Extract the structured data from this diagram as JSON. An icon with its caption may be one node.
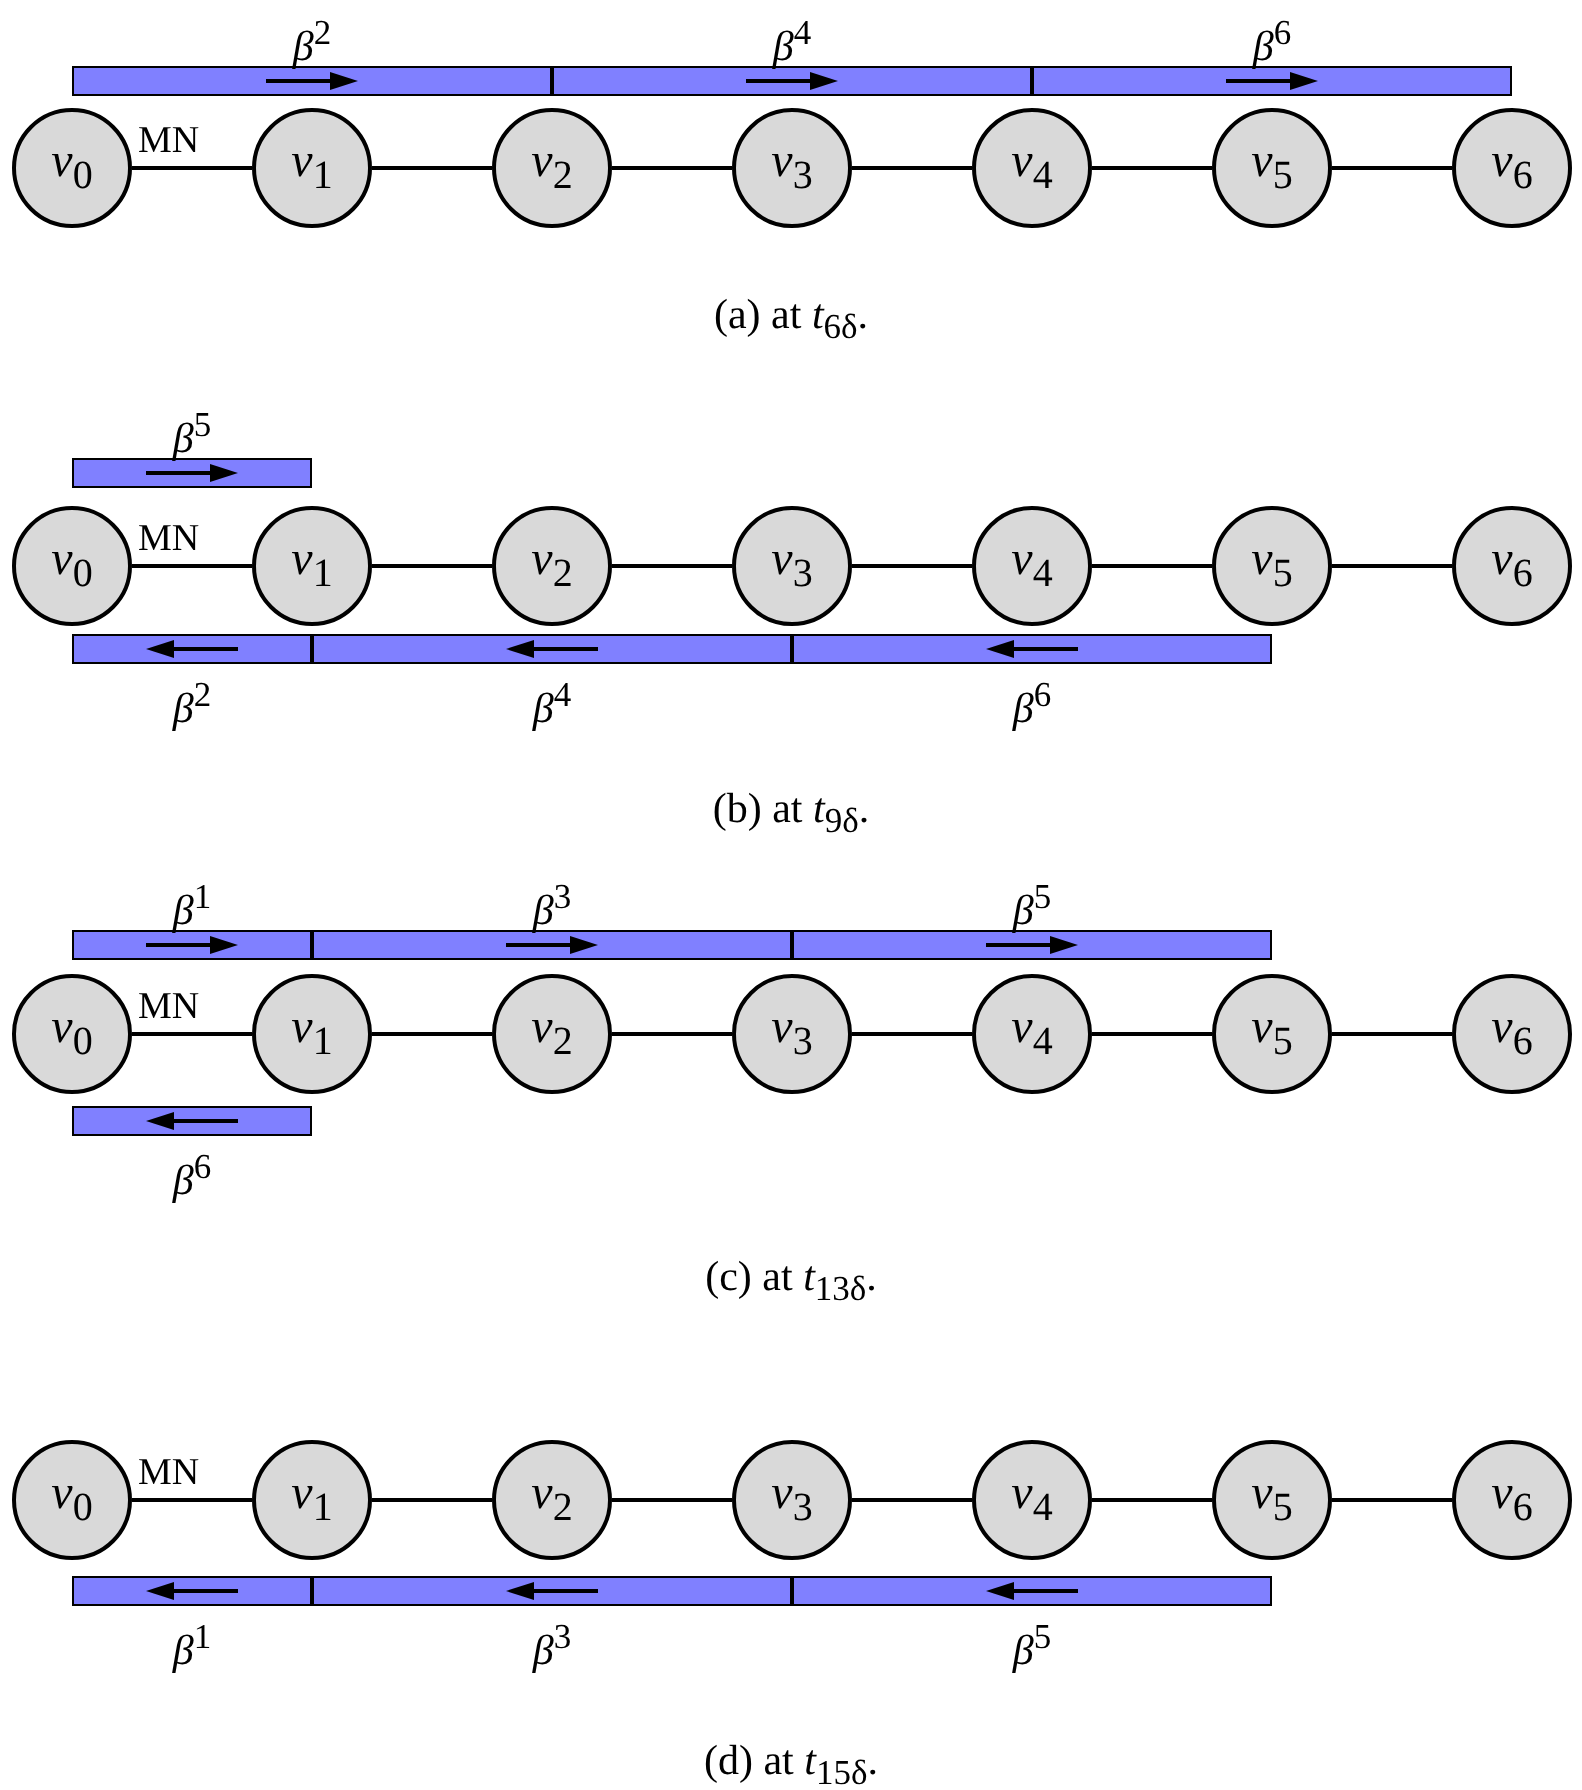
{
  "diagram": {
    "nodes": [
      {
        "text": [
          "*β*$^{2}$"
        ]
      },
      {
        "text": [
          "*β*$^{4}$"
        ]
      },
      {
        "text": [
          "*β*$^{6}$"
        ]
      },
      {
        "text": [
          "*v*$_{0}$"
        ]
      },
      {
        "text": [
          "*v*$_{1}$"
        ]
      },
      {
        "text": [
          "*v*$_{2}$"
        ]
      },
      {
        "text": [
          "*v*$_{3}$"
        ]
      },
      {
        "text": [
          "*v*$_{4}$"
        ]
      },
      {
        "text": [
          "*v*$_{5}$"
        ]
      },
      {
        "text": [
          "*v*$_{6}$"
        ]
      },
      {
        "text": [
          "*β*$^{5}$"
        ]
      },
      {
        "text": [
          "*v*$_{0}$"
        ]
      },
      {
        "text": [
          "*v*$_{1}$"
        ]
      },
      {
        "text": [
          "*v*$_{2}$"
        ]
      },
      {
        "text": [
          "*v*$_{3}$"
        ]
      },
      {
        "text": [
          "*v*$_{4}$"
        ]
      },
      {
        "text": [
          "*v*$_{5}$"
        ]
      },
      {
        "text": [
          "*v*$_{6}$"
        ]
      },
      {
        "text": [
          "*β*$^{2}$"
        ]
      },
      {
        "text": [
          "*β*$^{4}$"
        ]
      },
      {
        "text": [
          "*β*$^{6}$"
        ]
      },
      {
        "text": [
          "*β*$^{1}$"
        ]
      },
      {
        "text": [
          "*β*$^{3}$"
        ]
      },
      {
        "text": [
          "*β*$^{5}$"
        ]
      },
      {
        "text": [
          "*v*$_{0}$"
        ]
      },
      {
        "text": [
          "*v*$_{1}$"
        ]
      },
      {
        "text": [
          "*v*$_{2}$"
        ]
      },
      {
        "text": [
          "*v*$_{3}$"
        ]
      },
      {
        "text": [
          "*v*$_{4}$"
        ]
      },
      {
        "text": [
          "*v*$_{5}$"
        ]
      },
      {
        "text": [
          "*v*$_{6}$"
        ]
      },
      {
        "text": [
          "*β*$^{6}$"
        ]
      },
      {
        "text": [
          "*v*$_{0}$"
        ]
      },
      {
        "text": [
          "*v*$_{1}$"
        ]
      },
      {
        "text": [
          "*v*$_{2}$"
        ]
      },
      {
        "text": [
          "*v*$_{3}$"
        ]
      },
      {
        "text": [
          "*v*$_{4}$"
        ]
      },
      {
        "text": [
          "*v*$_{5}$"
        ]
      },
      {
        "text": [
          "*v*$_{6}$"
        ]
      },
      {
        "text": [
          "*β*$^{1}$"
        ]
      },
      {
        "text": [
          "*β*$^{3}$"
        ]
      },
      {
        "text": [
          "*β*$^{5}$"
        ]
      }
    ],
    "edges": [
      {
        "from": 3,
        "to": 4,
        "arrow": "none",
        "label": "MN"
      },
      {
        "from": 4,
        "to": 5,
        "arrow": "none"
      },
      {
        "from": 5,
        "to": 6,
        "arrow": "none"
      },
      {
        "from": 6,
        "to": 7,
        "arrow": "none"
      },
      {
        "from": 7,
        "to": 8,
        "arrow": "none"
      },
      {
        "from": 8,
        "to": 9,
        "arrow": "none"
      },
      {
        "from": 11,
        "to": 12,
        "arrow": "none",
        "label": "MN"
      },
      {
        "from": 12,
        "to": 13,
        "arrow": "none"
      },
      {
        "from": 13,
        "to": 14,
        "arrow": "none"
      },
      {
        "from": 14,
        "to": 15,
        "arrow": "none"
      },
      {
        "from": 15,
        "to": 16,
        "arrow": "none"
      },
      {
        "from": 16,
        "to": 17,
        "arrow": "none"
      },
      {
        "from": 24,
        "to": 25,
        "arrow": "none",
        "label": "MN"
      },
      {
        "from": 25,
        "to": 26,
        "arrow": "none"
      },
      {
        "from": 26,
        "to": 27,
        "arrow": "none"
      },
      {
        "from": 27,
        "to": 28,
        "arrow": "none"
      },
      {
        "from": 28,
        "to": 29,
        "arrow": "none"
      },
      {
        "from": 29,
        "to": 30,
        "arrow": "none"
      },
      {
        "from": 32,
        "to": 33,
        "arrow": "none",
        "label": "MN"
      },
      {
        "from": 33,
        "to": 34,
        "arrow": "none"
      },
      {
        "from": 34,
        "to": 35,
        "arrow": "none"
      },
      {
        "from": 35,
        "to": 36,
        "arrow": "none"
      },
      {
        "from": 36,
        "to": 37,
        "arrow": "none"
      },
      {
        "from": 37,
        "to": 38,
        "arrow": "none"
      }
    ],
    "labels": [
      "(a) at *t*$_{6δ}$.",
      "(b) at *t*$_{9δ}$.",
      "(c) at *t*$_{13δ}$.",
      "(d) at *t*$_{15δ}$."
    ]
  }
}
